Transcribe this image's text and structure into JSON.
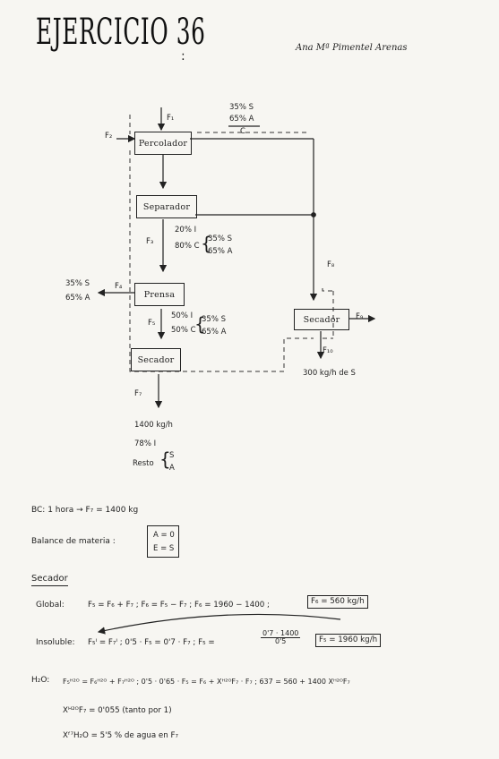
{
  "header": {
    "title": "EJERCICIO 36",
    "author": "Ana Mª Pimentel Arenas"
  },
  "diagram": {
    "blocks": {
      "percolador": "Percolador",
      "separador": "Separador",
      "prensa": "Prensa",
      "secador_left": "Secador",
      "secador_right": "Secador"
    },
    "streams": {
      "f1": "F₁",
      "f2": "F₂",
      "f3": "F₃",
      "f4": "F₄",
      "f5": "F₅",
      "f7": "F₇",
      "f8": "F₈",
      "f9": "F₉",
      "f10": "F₁₀",
      "c": "C"
    },
    "compositions": {
      "top_s": "35% S",
      "top_a": "65% A",
      "f3_i": "20% I",
      "f3_c": "80% C",
      "f3_cs": "35% S",
      "f3_ca": "65% A",
      "f4_s": "35% S",
      "f4_a": "65% A",
      "f5_i": "50% I",
      "f5_c": "50% C",
      "f5_cs": "35% S",
      "f5_ca": "65% A",
      "f10": "300 kg/h de S",
      "f7_flow": "1400 kg/h",
      "f7_i": "78% I",
      "f7_resto": "Resto",
      "f7_s": "S",
      "f7_a": "A"
    }
  },
  "work": {
    "bc": "BC: 1 hora → F₇ = 1400 kg",
    "balance_label": "Balance de materia :",
    "balance_box_1": "A = 0",
    "balance_box_2": "E = S",
    "section": "Secador",
    "global_label": "Global:",
    "global_eq": "F₅ = F₆ + F₇ ; F₆ = F₅ − F₇ ; F₆ = 1960 − 1400 ;",
    "global_result": "F₆ = 560 kg/h",
    "insol_label": "Insoluble:",
    "insol_eq": "F₅ᴵ = F₇ᴵ ; 0'5 · F₅ = 0'7 · F₇ ; F₅ =",
    "insol_num": "0'7 · 1400",
    "insol_den": "0'5",
    "insol_result": "F₅ = 1960 kg/h",
    "h2o_label": "H₂O:",
    "h2o_eq": "F₅ᴴ²ᴼ = F₆ᴴ²ᴼ + F₇ᴴ²ᴼ ; 0'5 · 0'65 · F₅ = F₆ + Xᴴ²ᴼF₇ · F₇ ; 637 = 560 + 1400 Xᴴ²ᴼF₇",
    "x_line": "Xᴴ²ᴼF₇ = 0'055 (tanto por 1)",
    "x_line2": "Xᶠ⁷H₂O = 5'5 % de agua en F₇"
  }
}
